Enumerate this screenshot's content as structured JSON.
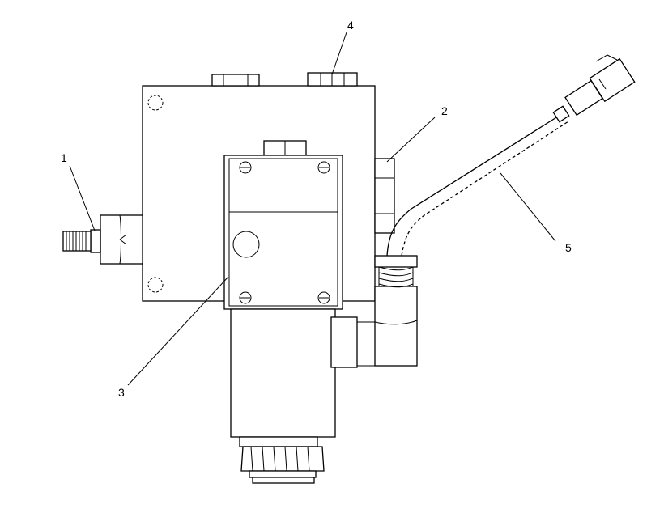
{
  "callouts": [
    {
      "id": "c1",
      "text": "1"
    },
    {
      "id": "c2",
      "text": "2"
    },
    {
      "id": "c3",
      "text": "3"
    },
    {
      "id": "c4",
      "text": "4"
    },
    {
      "id": "c5",
      "text": "5"
    }
  ]
}
